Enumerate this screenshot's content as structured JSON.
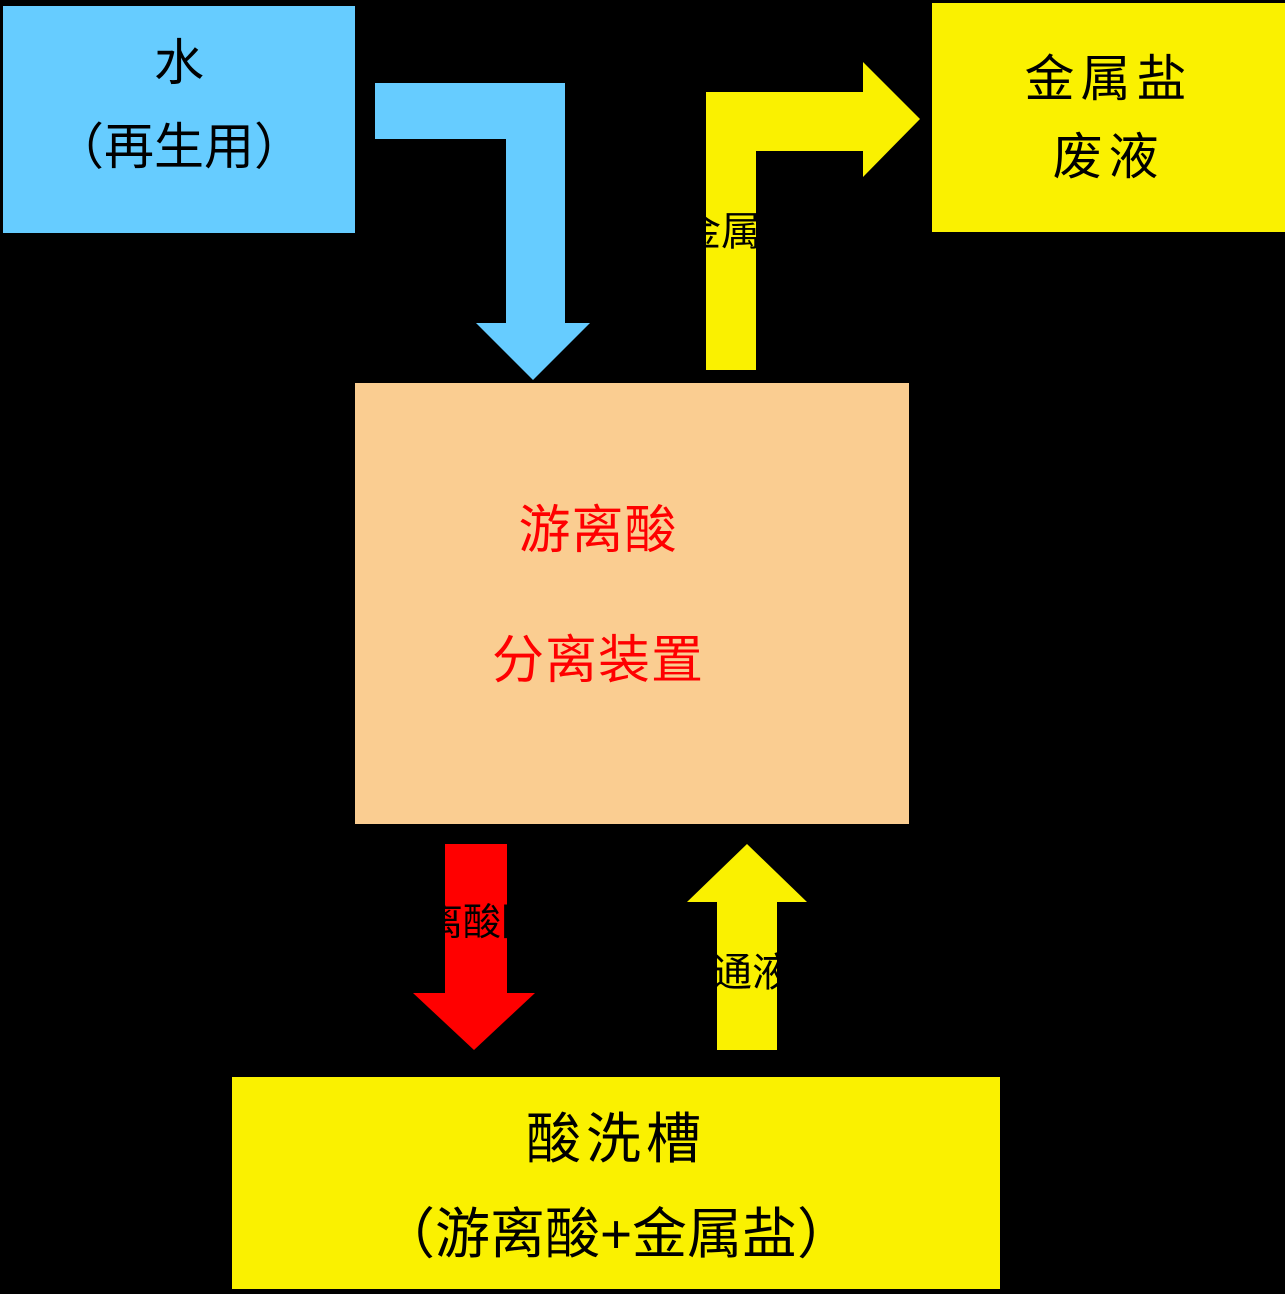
{
  "diagram": {
    "background_color": "#000000",
    "nodes": {
      "water": {
        "line1": "水",
        "line2": "（再生用）",
        "fill": "#66CCFF",
        "text_color": "#000000"
      },
      "metal_salt_waste": {
        "line1": "金属盐",
        "line2": "废液",
        "fill": "#FAF100",
        "text_color": "#000000"
      },
      "separator": {
        "line1": "游离酸",
        "line2": "分离装置",
        "fill": "#FACD91",
        "text_color": "#FF0000"
      },
      "pickling_tank": {
        "line1": "酸洗槽",
        "line2": "（游离酸+金属盐）",
        "fill": "#FAF100",
        "text_color": "#000000"
      }
    },
    "arrows": [
      {
        "id": "water-to-separator",
        "color": "#66CCFF",
        "label": ""
      },
      {
        "id": "separator-to-metal-waste",
        "color": "#FAF100",
        "label": "金属盐"
      },
      {
        "id": "separator-to-pickling-tank",
        "color": "#FF0000",
        "label": "游离酸回收"
      },
      {
        "id": "pickling-tank-to-separator",
        "color": "#FAF100",
        "label": "通液"
      }
    ]
  }
}
